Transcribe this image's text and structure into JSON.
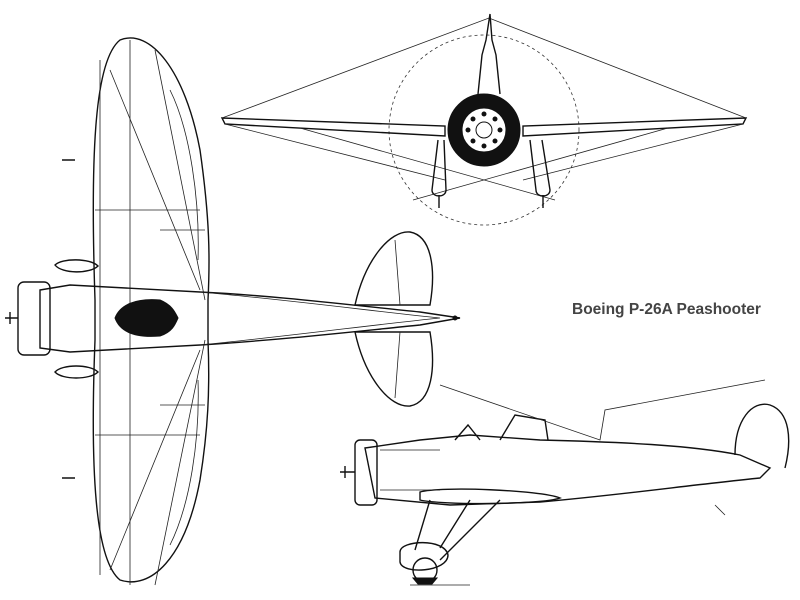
{
  "title": "Boeing P-26A Peashooter",
  "views": [
    "top-view",
    "front-view",
    "side-view"
  ]
}
